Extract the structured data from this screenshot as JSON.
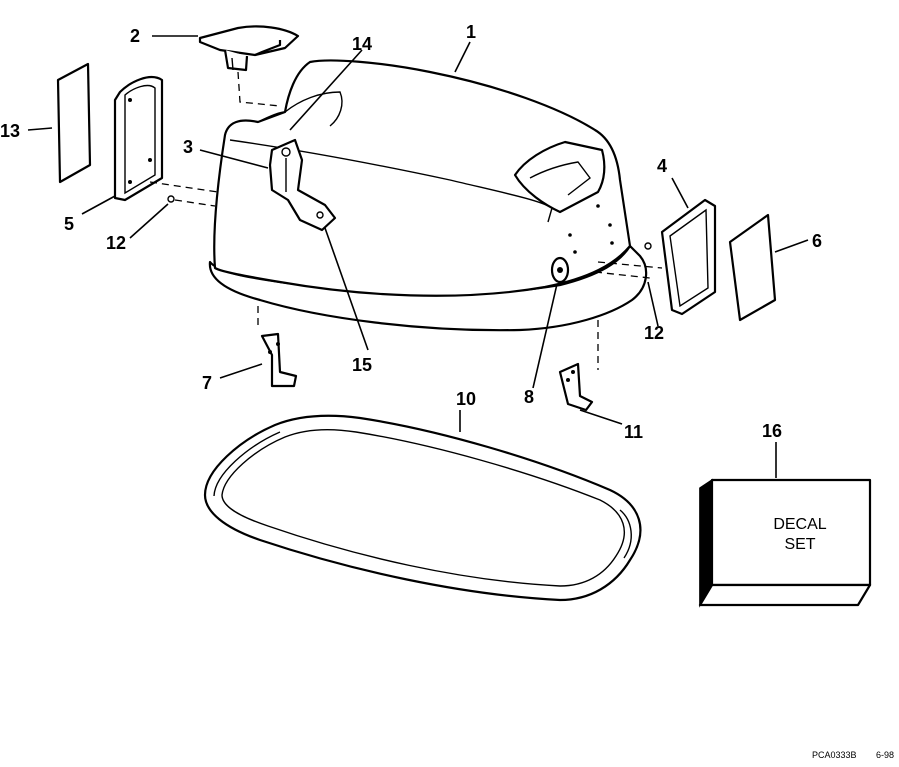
{
  "callouts": [
    "1",
    "2",
    "3",
    "4",
    "5",
    "6",
    "7",
    "8",
    "10",
    "11",
    "12",
    "12",
    "13",
    "14",
    "15",
    "16"
  ],
  "decal_line1": "DECAL",
  "decal_line2": "SET",
  "footer_code": "PCA0333B",
  "footer_date": "6-98"
}
